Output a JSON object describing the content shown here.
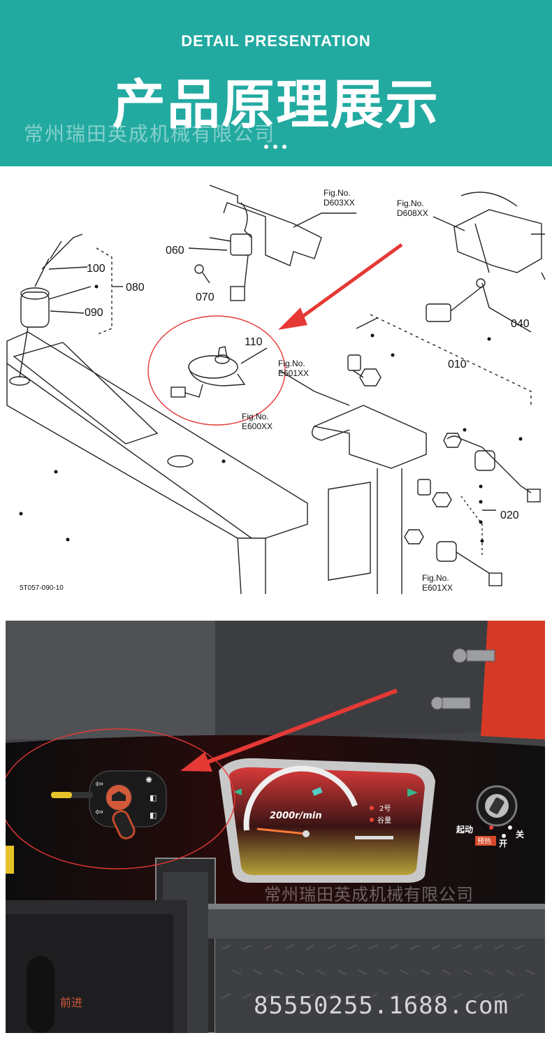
{
  "banner": {
    "subtitle": "DETAIL PRESENTATION",
    "title": "产品原理展示",
    "watermark": "常州瑞田英成机械有限公司",
    "bg_color": "#22aaa1"
  },
  "diagram": {
    "part_labels": [
      "100",
      "080",
      "090",
      "060",
      "070",
      "110",
      "010",
      "040",
      "020"
    ],
    "fig_refs": [
      "Fig.No.\nD603XX",
      "Fig.No.\nD608XX",
      "Fig.No.\nE601XX",
      "Fig.No.\nE600XX",
      "Fig.No.\nE601XX"
    ],
    "drawing_code": "5T057-090-10",
    "highlight_color": "#e53935"
  },
  "photo": {
    "gauge_reading": "2000r/min",
    "gauge_number": "2号",
    "gauge_label": "谷量",
    "key_labels": {
      "start": "起动",
      "preheat": "预热",
      "on": "开",
      "off": "关"
    },
    "forward_label": "前进",
    "watermark": "常州瑞田英成机械有限公司",
    "url": "85550255.1688.com"
  }
}
